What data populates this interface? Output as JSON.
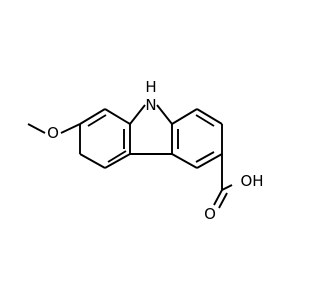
{
  "diagram": {
    "type": "chemical-structure",
    "atom_labels": {
      "nh": "N",
      "nh_h": "H",
      "methoxy_o": "O",
      "carbonyl_o": "O",
      "hydroxyl": "OH"
    },
    "colors": {
      "background": "#ffffff",
      "bond": "#000000",
      "label": "#000000"
    }
  }
}
